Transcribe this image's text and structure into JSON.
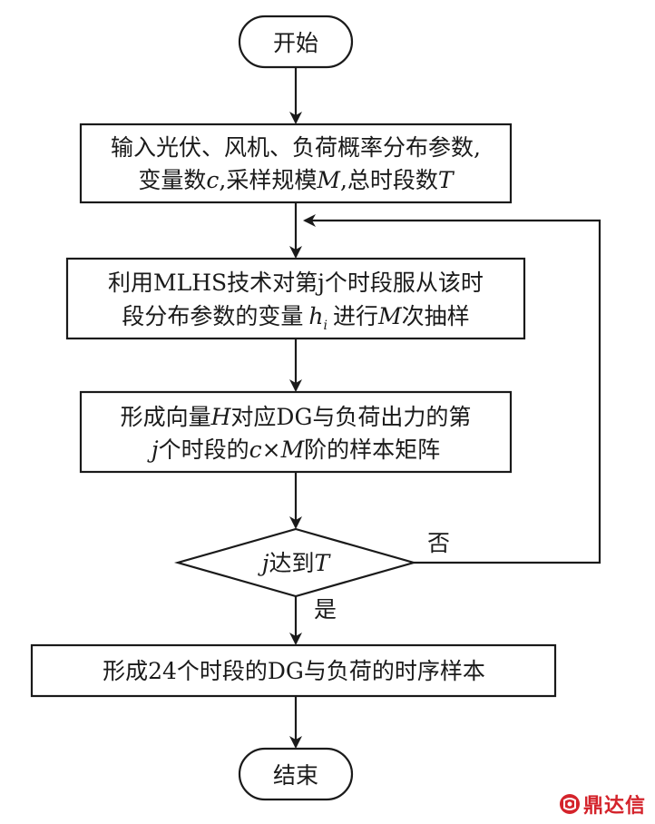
{
  "nodes": {
    "start": "开始",
    "input_line1": "输入光伏、风机、负荷概率分布参数,",
    "input_line2_a": "变量数",
    "input_line2_b": "c",
    "input_line2_c": ",采样规模",
    "input_line2_d": "M",
    "input_line2_e": ",总时段数",
    "input_line2_f": "T",
    "mlhs_line1": "利用MLHS技术对第j个时段服从该时",
    "mlhs_line2_a": "段分布参数的变量",
    "mlhs_line2_b": "h",
    "mlhs_line2_c": "i",
    "mlhs_line2_d": "进行",
    "mlhs_line2_e": "M",
    "mlhs_line2_f": "次抽样",
    "form_line1_a": "形成向量",
    "form_line1_b": "H",
    "form_line1_c": "对应DG与负荷出力的第",
    "form_line2_a": "j",
    "form_line2_b": "个时段的",
    "form_line2_c": "c",
    "form_line2_d": "×",
    "form_line2_e": "M",
    "form_line2_f": "阶的样本矩阵",
    "decision_a": "j",
    "decision_b": "达到",
    "decision_c": "T",
    "final": "形成24个时段的DG与负荷的时序样本",
    "end": "结束"
  },
  "edges": {
    "no_label": "否",
    "yes_label": "是"
  },
  "watermark": {
    "text": "鼎达信",
    "color": "#d4232b",
    "icon": "logo-icon"
  }
}
